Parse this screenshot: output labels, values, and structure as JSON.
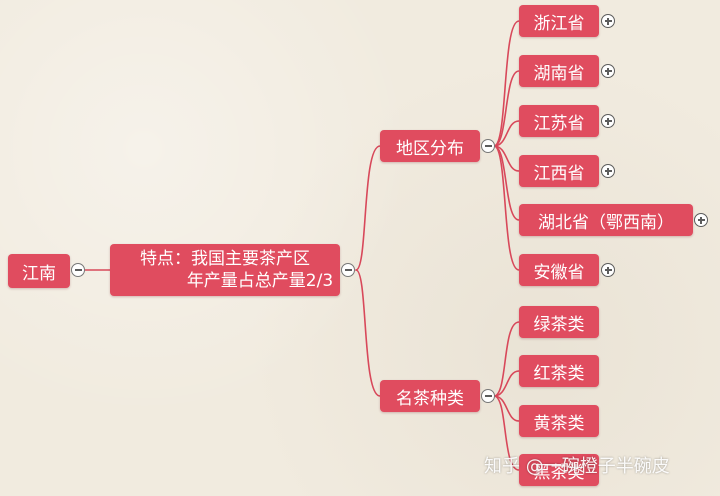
{
  "mindmap": {
    "root": {
      "label": "江南"
    },
    "feature": {
      "line1": "特点：我国主要茶产区",
      "line2": "年产量占总产量2/3"
    },
    "distribution": {
      "label": "地区分布",
      "provinces": [
        "浙江省",
        "湖南省",
        "江苏省",
        "江西省",
        "湖北省（鄂西南）",
        "安徽省"
      ]
    },
    "teas": {
      "label": "名茶种类",
      "kinds": [
        "绿茶类",
        "红茶类",
        "黄茶类",
        "黑茶类"
      ]
    }
  },
  "watermark": "知乎 @一碗橙子半碗皮",
  "colors": {
    "node": "#e04c5f",
    "line": "#d8485a",
    "background": "#f1ebdf"
  },
  "icons": {
    "collapse": "minus-circle-icon",
    "expand": "plus-circle-icon"
  }
}
